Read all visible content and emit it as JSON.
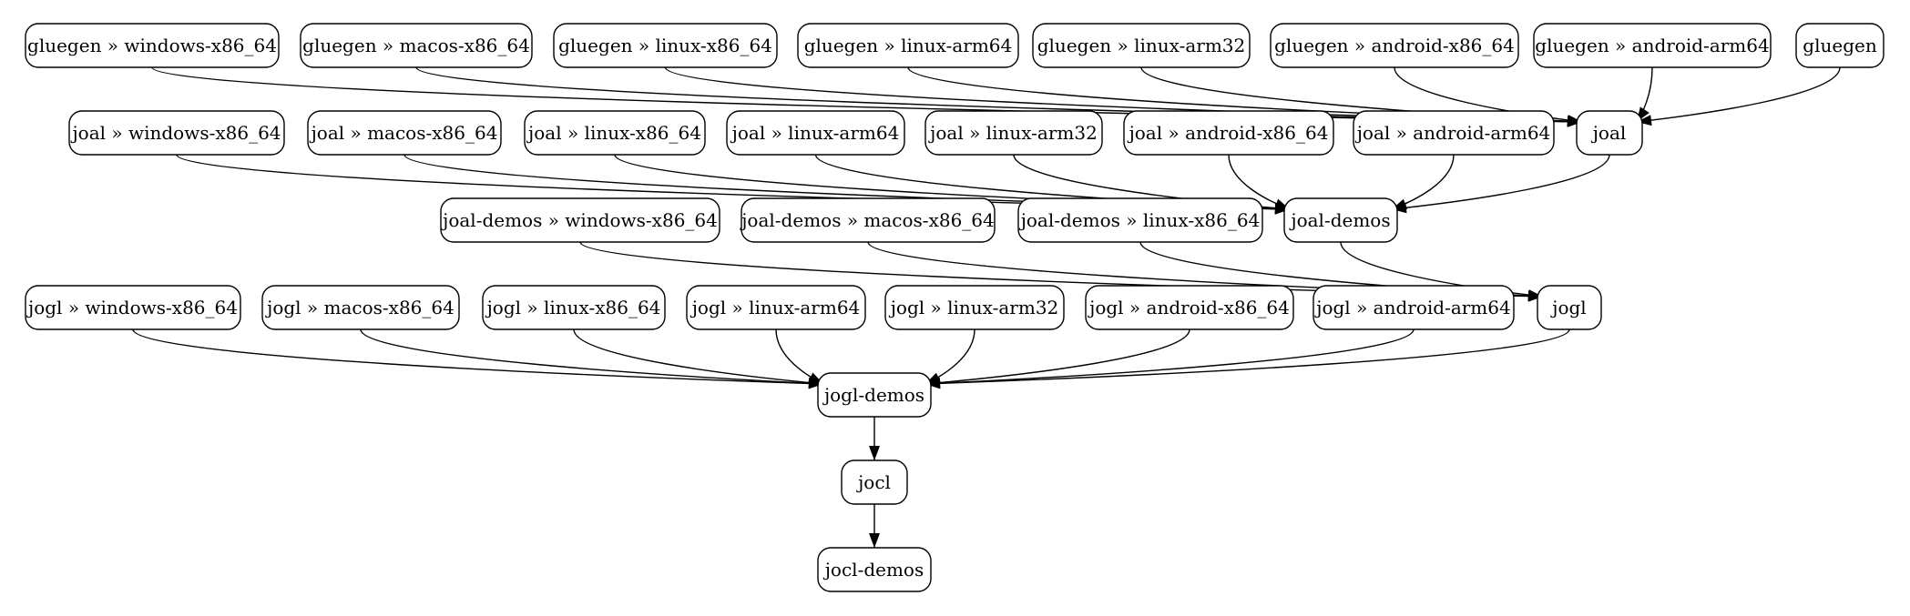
{
  "diagram": {
    "nodes": [
      {
        "id": "gluegen-windows-x86_64",
        "label": "gluegen » windows-x86_64"
      },
      {
        "id": "gluegen-macos-x86_64",
        "label": "gluegen » macos-x86_64"
      },
      {
        "id": "gluegen-linux-x86_64",
        "label": "gluegen » linux-x86_64"
      },
      {
        "id": "gluegen-linux-arm64",
        "label": "gluegen » linux-arm64"
      },
      {
        "id": "gluegen-linux-arm32",
        "label": "gluegen » linux-arm32"
      },
      {
        "id": "gluegen-android-x86_64",
        "label": "gluegen » android-x86_64"
      },
      {
        "id": "gluegen-android-arm64",
        "label": "gluegen » android-arm64"
      },
      {
        "id": "gluegen",
        "label": "gluegen"
      },
      {
        "id": "joal-windows-x86_64",
        "label": "joal » windows-x86_64"
      },
      {
        "id": "joal-macos-x86_64",
        "label": "joal » macos-x86_64"
      },
      {
        "id": "joal-linux-x86_64",
        "label": "joal » linux-x86_64"
      },
      {
        "id": "joal-linux-arm64",
        "label": "joal » linux-arm64"
      },
      {
        "id": "joal-linux-arm32",
        "label": "joal » linux-arm32"
      },
      {
        "id": "joal-android-x86_64",
        "label": "joal » android-x86_64"
      },
      {
        "id": "joal-android-arm64",
        "label": "joal » android-arm64"
      },
      {
        "id": "joal",
        "label": "joal"
      },
      {
        "id": "joal-demos-windows-x86_64",
        "label": "joal-demos » windows-x86_64"
      },
      {
        "id": "joal-demos-macos-x86_64",
        "label": "joal-demos » macos-x86_64"
      },
      {
        "id": "joal-demos-linux-x86_64",
        "label": "joal-demos » linux-x86_64"
      },
      {
        "id": "joal-demos",
        "label": "joal-demos"
      },
      {
        "id": "jogl-windows-x86_64",
        "label": "jogl » windows-x86_64"
      },
      {
        "id": "jogl-macos-x86_64",
        "label": "jogl » macos-x86_64"
      },
      {
        "id": "jogl-linux-x86_64",
        "label": "jogl » linux-x86_64"
      },
      {
        "id": "jogl-linux-arm64",
        "label": "jogl » linux-arm64"
      },
      {
        "id": "jogl-linux-arm32",
        "label": "jogl » linux-arm32"
      },
      {
        "id": "jogl-android-x86_64",
        "label": "jogl » android-x86_64"
      },
      {
        "id": "jogl-android-arm64",
        "label": "jogl » android-arm64"
      },
      {
        "id": "jogl",
        "label": "jogl"
      },
      {
        "id": "jogl-demos",
        "label": "jogl-demos"
      },
      {
        "id": "jocl",
        "label": "jocl"
      },
      {
        "id": "jocl-demos",
        "label": "jocl-demos"
      }
    ],
    "edges": [
      {
        "from": "gluegen-windows-x86_64",
        "to": "joal"
      },
      {
        "from": "gluegen-macos-x86_64",
        "to": "joal"
      },
      {
        "from": "gluegen-linux-x86_64",
        "to": "joal"
      },
      {
        "from": "gluegen-linux-arm64",
        "to": "joal"
      },
      {
        "from": "gluegen-linux-arm32",
        "to": "joal"
      },
      {
        "from": "gluegen-android-x86_64",
        "to": "joal"
      },
      {
        "from": "gluegen-android-arm64",
        "to": "joal"
      },
      {
        "from": "gluegen",
        "to": "joal"
      },
      {
        "from": "joal-windows-x86_64",
        "to": "joal-demos"
      },
      {
        "from": "joal-macos-x86_64",
        "to": "joal-demos"
      },
      {
        "from": "joal-linux-x86_64",
        "to": "joal-demos"
      },
      {
        "from": "joal-linux-arm64",
        "to": "joal-demos"
      },
      {
        "from": "joal-linux-arm32",
        "to": "joal-demos"
      },
      {
        "from": "joal-android-x86_64",
        "to": "joal-demos"
      },
      {
        "from": "joal-android-arm64",
        "to": "joal-demos"
      },
      {
        "from": "joal",
        "to": "joal-demos"
      },
      {
        "from": "joal-demos-windows-x86_64",
        "to": "jogl"
      },
      {
        "from": "joal-demos-macos-x86_64",
        "to": "jogl"
      },
      {
        "from": "joal-demos-linux-x86_64",
        "to": "jogl"
      },
      {
        "from": "joal-demos",
        "to": "jogl"
      },
      {
        "from": "jogl-windows-x86_64",
        "to": "jogl-demos"
      },
      {
        "from": "jogl-macos-x86_64",
        "to": "jogl-demos"
      },
      {
        "from": "jogl-linux-x86_64",
        "to": "jogl-demos"
      },
      {
        "from": "jogl-linux-arm64",
        "to": "jogl-demos"
      },
      {
        "from": "jogl-linux-arm32",
        "to": "jogl-demos"
      },
      {
        "from": "jogl-android-x86_64",
        "to": "jogl-demos"
      },
      {
        "from": "jogl-android-arm64",
        "to": "jogl-demos"
      },
      {
        "from": "jogl",
        "to": "jogl-demos"
      },
      {
        "from": "jogl-demos",
        "to": "jocl"
      },
      {
        "from": "jocl",
        "to": "jocl-demos"
      }
    ]
  }
}
